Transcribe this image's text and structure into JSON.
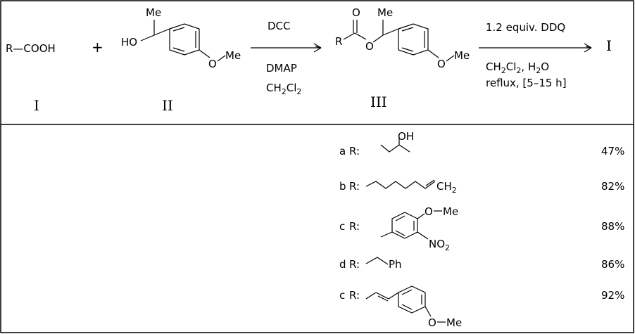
{
  "compounds": {
    "I": {
      "id": "I",
      "structure_label": "R—COOH"
    },
    "II": {
      "id": "II",
      "me": "Me",
      "ho": "HO",
      "ome": "O",
      "ome_me": "Me"
    },
    "III": {
      "id": "III",
      "o": "O",
      "r": "R",
      "ester_o": "O",
      "me": "Me",
      "ome": "O",
      "ome_me": "Me"
    }
  },
  "plus_sign": "+",
  "step1": {
    "reagents_above": [
      "DCC"
    ],
    "reagents_below": [
      "DMAP",
      "CH2Cl2"
    ]
  },
  "step2": {
    "reagents_above": [
      "1.2 equiv. DDQ"
    ],
    "reagents_below": [
      "CH2Cl2, H2O",
      "reflux, [5–15 h]"
    ],
    "product": "I"
  },
  "examples": [
    {
      "letter": "a",
      "r_label": "R:",
      "substituent_text": "OH",
      "yield": "47%"
    },
    {
      "letter": "b",
      "r_label": "R:",
      "substituent_text": "CH2",
      "yield": "82%"
    },
    {
      "letter": "c",
      "r_label": "R:",
      "substituent_text": "O",
      "substituent_text_2": "Me",
      "substituent_text_3": "NO2",
      "yield": "88%"
    },
    {
      "letter": "d",
      "r_label": "R:",
      "substituent_text": "Ph",
      "yield": "86%"
    },
    {
      "letter": "c",
      "r_label": "R:",
      "substituent_text": "O",
      "substituent_text_2": "Me",
      "yield": "92%"
    }
  ]
}
